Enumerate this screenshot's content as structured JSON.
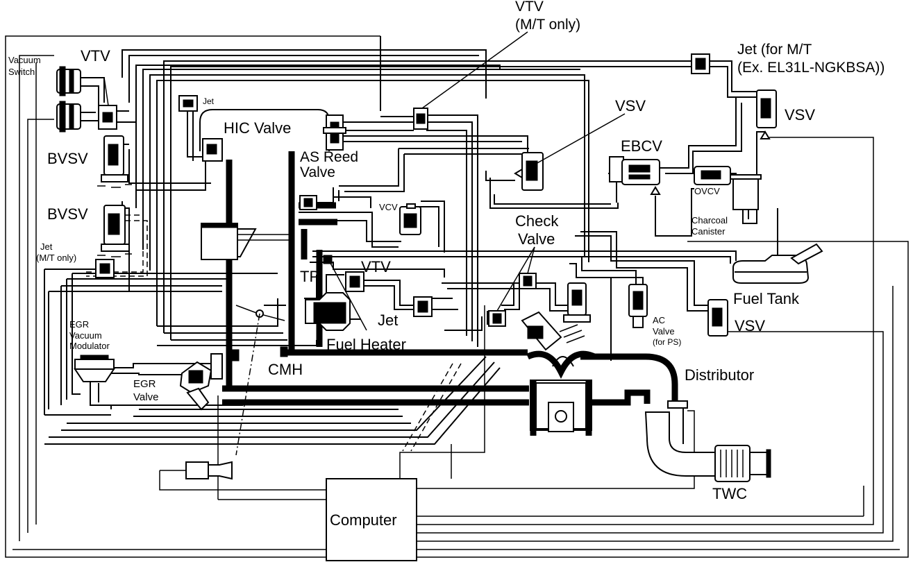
{
  "diagram": {
    "labels": {
      "vtv_top": "VTV",
      "vtv_top_note": "(M/T only)",
      "jet_top": "Jet (for M/T",
      "jet_top_note": "(Ex. EL31L-NGKBSA))",
      "vacuum_switch_1": "Vacuum",
      "vacuum_switch_2": "Switch",
      "vtv_left": "VTV",
      "jet_small": "Jet",
      "hic_valve": "HIC Valve",
      "bvsv_1": "BVSV",
      "bvsv_2": "BVSV",
      "as_reed_1": "AS Reed",
      "as_reed_2": "Valve",
      "vsv_1": "VSV",
      "vsv_2": "VSV",
      "vsv_3": "VSV",
      "ebcv": "EBCV",
      "ovcv": "OVCV",
      "charcoal_1": "Charcoal",
      "charcoal_2": "Canister",
      "vcv": "VCV",
      "check_valve_1": "Check",
      "check_valve_2": "Valve",
      "jet_mt_1": "Jet",
      "jet_mt_2": "(M/T only)",
      "fuel_tank": "Fuel Tank",
      "tp": "TP",
      "vtv_mid": "VTV",
      "jet_mid": "Jet",
      "ac_valve_1": "AC",
      "ac_valve_2": "Valve",
      "ac_valve_3": "(for PS)",
      "egr_mod_1": "EGR",
      "egr_mod_2": "Vacuum",
      "egr_mod_3": "Modulator",
      "fuel_heater": "Fuel Heater",
      "egr_valve_1": "EGR",
      "egr_valve_2": "Valve",
      "cmh": "CMH",
      "distributor": "Distributor",
      "twc": "TWC",
      "computer": "Computer"
    }
  }
}
